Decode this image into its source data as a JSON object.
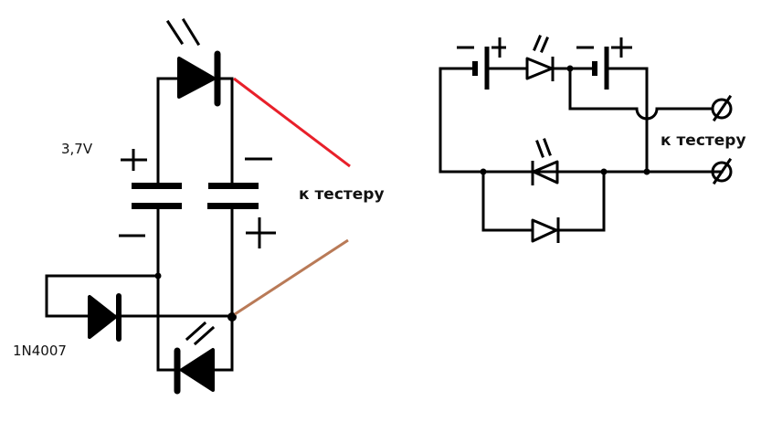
{
  "diagram": {
    "type": "electrical-schematic",
    "colors": {
      "wire": "#000000",
      "probe_positive": "#e8202a",
      "probe_negative": "#b97a57",
      "background": "#ffffff"
    },
    "left_schematic": {
      "voltage_label": "3,7V",
      "diode_label": "1N4007",
      "tester_label": "к тестеру",
      "capacitor_a_polarity": [
        "+",
        "−"
      ],
      "capacitor_b_polarity": [
        "−",
        "+"
      ]
    },
    "right_schematic": {
      "tester_label": "к тестеру",
      "battery_1_polarity": [
        "−",
        "+"
      ],
      "battery_2_polarity": [
        "−",
        "+"
      ],
      "terminal_symbol": "∅"
    }
  }
}
